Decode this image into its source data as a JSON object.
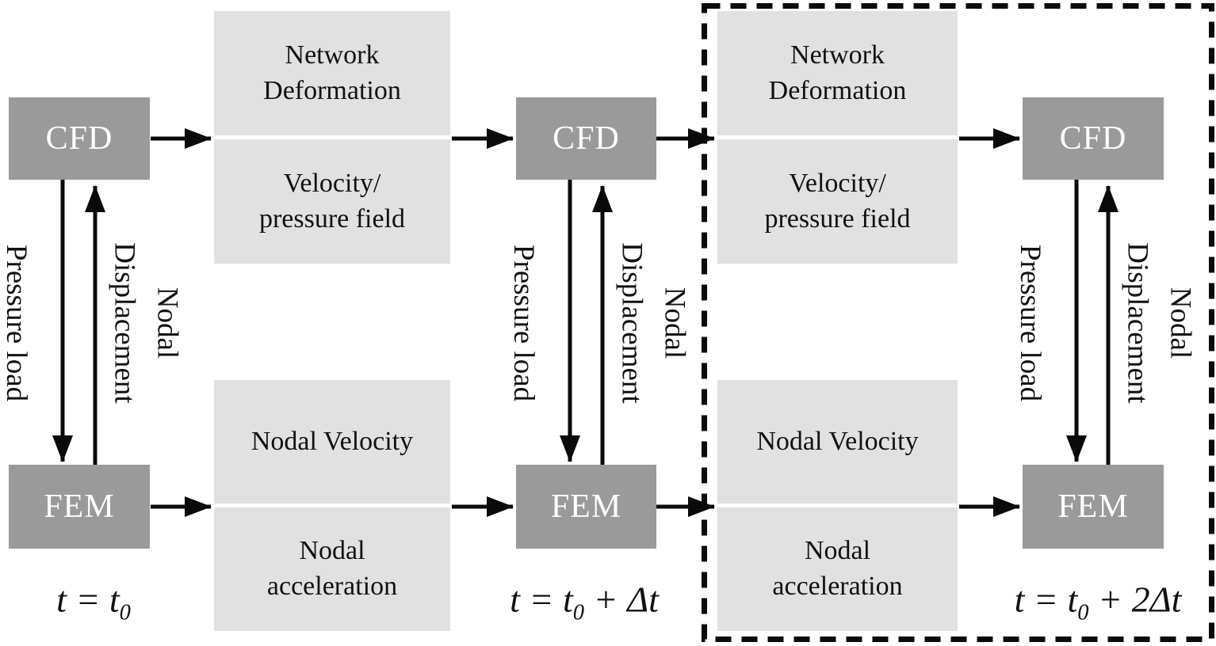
{
  "colors": {
    "process_box": "#9a9a9a",
    "info_box": "#e1e1e1",
    "arrow": "#0a0a0a",
    "process_text": "#ffffff",
    "text": "#111111"
  },
  "stages": [
    {
      "cfd": "CFD",
      "fem": "FEM",
      "down_label": "Pressure load",
      "up_label": [
        "Nodal",
        "Displacement"
      ],
      "time": {
        "pre": "t = t",
        "sub": "0",
        "post": ""
      }
    },
    {
      "cfd": "CFD",
      "fem": "FEM",
      "down_label": "Pressure load",
      "up_label": [
        "Nodal",
        "Displacement"
      ],
      "time": {
        "pre": "t = t",
        "sub": "0",
        "post": " + Δt"
      }
    },
    {
      "cfd": "CFD",
      "fem": "FEM",
      "down_label": "Pressure load",
      "up_label": [
        "Nodal",
        "Displacement"
      ],
      "time": {
        "pre": "t = t",
        "sub": "0",
        "post": " + 2Δt"
      }
    }
  ],
  "info_boxes": [
    {
      "top": {
        "upper": [
          "Network",
          "Deformation"
        ],
        "lower": [
          "Velocity/",
          "pressure field"
        ]
      },
      "bottom": {
        "upper": [
          "Nodal Velocity"
        ],
        "lower": [
          "Nodal",
          "acceleration"
        ]
      }
    },
    {
      "top": {
        "upper": [
          "Network",
          "Deformation"
        ],
        "lower": [
          "Velocity/",
          "pressure field"
        ]
      },
      "bottom": {
        "upper": [
          "Nodal Velocity"
        ],
        "lower": [
          "Nodal",
          "acceleration"
        ]
      }
    }
  ]
}
